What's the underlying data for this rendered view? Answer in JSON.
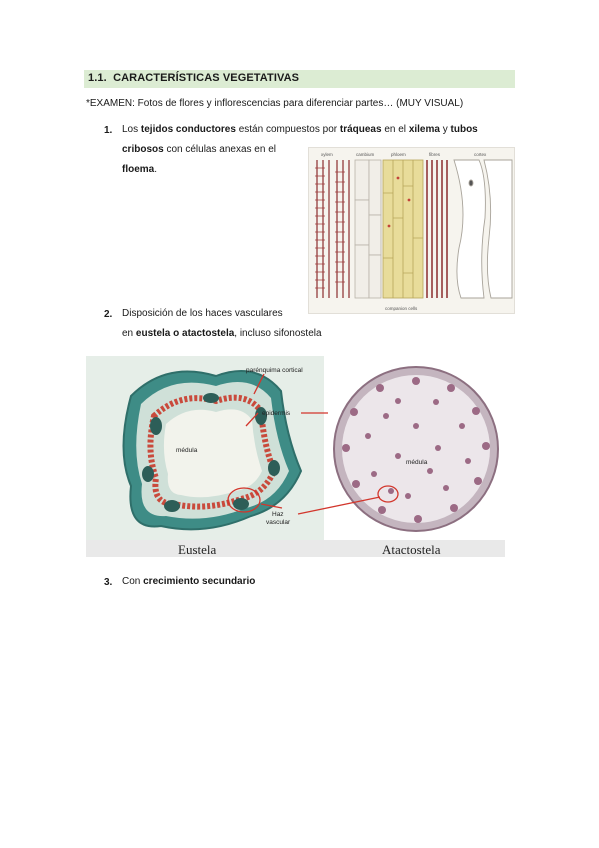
{
  "section": {
    "number": "1.1.",
    "title": "CARACTERÍSTICAS VEGETATIVAS"
  },
  "note": "*EXAMEN: Fotos de flores y inflorescencias para diferenciar partes… (MUY VISUAL)",
  "items": [
    {
      "num": "1.",
      "l1_a": "Los ",
      "l1_b": "tejidos conductores",
      "l1_c": " están compuestos por ",
      "l1_d": "tráqueas",
      "l1_e": " en el ",
      "l1_f": "xilema",
      "l1_g": " y ",
      "l1_h": "tubos",
      "l2_a": "cribosos",
      "l2_b": " con células anexas en el",
      "l3_a": "floema",
      "l3_b": "."
    },
    {
      "num": "2.",
      "l1": "Disposición de los haces vasculares",
      "l2_a": "en ",
      "l2_b": "eustela o atactostela",
      "l2_c": ", incluso sifonostela"
    },
    {
      "num": "3.",
      "l1_a": "Con ",
      "l1_b": "crecimiento secundario"
    }
  ],
  "figure1": {
    "labels": [
      "xylem",
      "cambium",
      "phloem",
      "fibres",
      "cortex"
    ],
    "caption": "companion cells"
  },
  "figure2": {
    "left_caption": "Eustela",
    "right_caption": "Atactostela",
    "label_parenquima": "parénquima cortical",
    "label_epidermis": "epidermis",
    "label_medula_left": "médula",
    "label_medula_right": "médula",
    "label_haz": "Haz",
    "label_vascular": "vascular"
  }
}
